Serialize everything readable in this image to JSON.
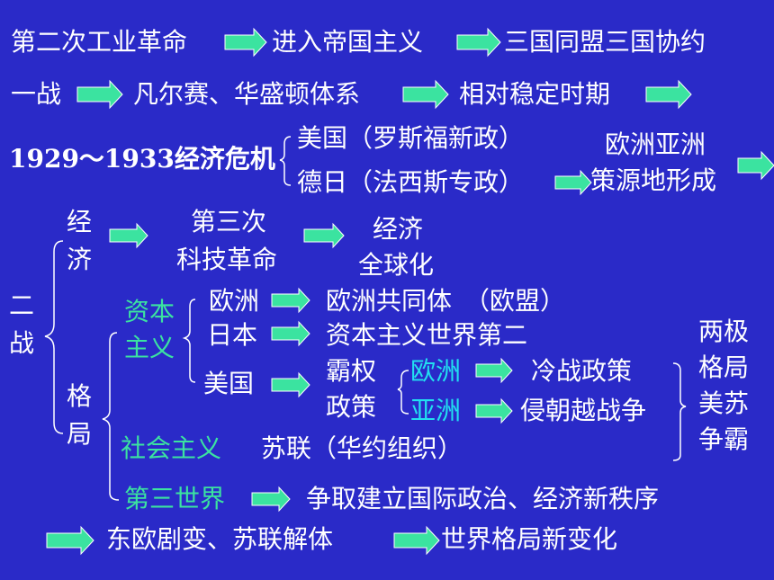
{
  "rows": {
    "r1": {
      "a": "第二次工业革命",
      "b": "进入帝国主义",
      "c": "三国同盟三国协约"
    },
    "r2": {
      "a": "一战",
      "b": "凡尔赛、华盛顿体系",
      "c": "相对稳定时期"
    },
    "r3": {
      "a": "1929～1933经济危机",
      "us": "美国（罗斯福新政）",
      "dj": "德日（法西斯专政）",
      "ea1": "欧洲亚洲",
      "ea2": "策源地形成"
    }
  },
  "postwar": {
    "zhan1": "二",
    "zhan2": "战",
    "econ1": "经",
    "econ2": "济",
    "sci1": "第三次",
    "sci2": "科技革命",
    "glob1": "经济",
    "glob2": "全球化",
    "ge1": "格",
    "ge2": "局",
    "cap1": "资本",
    "cap2": "主义",
    "europe": "欧洲",
    "eu": "欧洲共同体　（欧盟）",
    "japan": "日本",
    "japan_result": "资本主义世界第二",
    "usa": "美国",
    "hegemony1": "霸权",
    "hegemony2": "政策",
    "pol_eu": "欧洲",
    "pol_asia": "亚洲",
    "coldwar": "冷战政策",
    "wars": "侵朝越战争",
    "bipolar": [
      "两极",
      "格局",
      "美苏",
      "争霸"
    ],
    "soc": "社会主义",
    "ussr": "苏联（华约组织）",
    "third": "第三世界",
    "third_goal": "争取建立国际政治、经济新秩序",
    "collapse": "东欧剧变、苏联解体",
    "newpattern": "世界格局新变化"
  },
  "colors": {
    "background": "#2a2ac8",
    "text": "#ffffff",
    "accent_green": "#3be3a0",
    "accent_cyan": "#22e0f0",
    "arrow": "#3be3a0"
  }
}
